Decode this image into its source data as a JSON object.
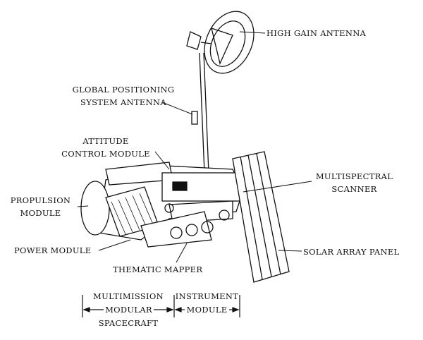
{
  "labels": {
    "high_gain_antenna": "HIGH GAIN ANTENNA",
    "gps_antenna_line1": "GLOBAL POSITIONING",
    "gps_antenna_line2": "SYSTEM ANTENNA",
    "attitude_line1": "ATTITUDE",
    "attitude_line2": "CONTROL MODULE",
    "mss_line1": "MULTISPECTRAL",
    "mss_line2": "SCANNER",
    "propulsion_line1": "PROPULSION",
    "propulsion_line2": "MODULE",
    "power_module": "POWER MODULE",
    "solar_array_panel": "SOLAR ARRAY PANEL",
    "thematic_mapper": "THEMATIC MAPPER"
  },
  "legend": {
    "mms_line1": "MULTIMISSION",
    "mms_line2": "MODULAR",
    "mms_line3": "SPACECRAFT",
    "instrument_line1": "INSTRUMENT",
    "instrument_line2": "MODULE"
  }
}
